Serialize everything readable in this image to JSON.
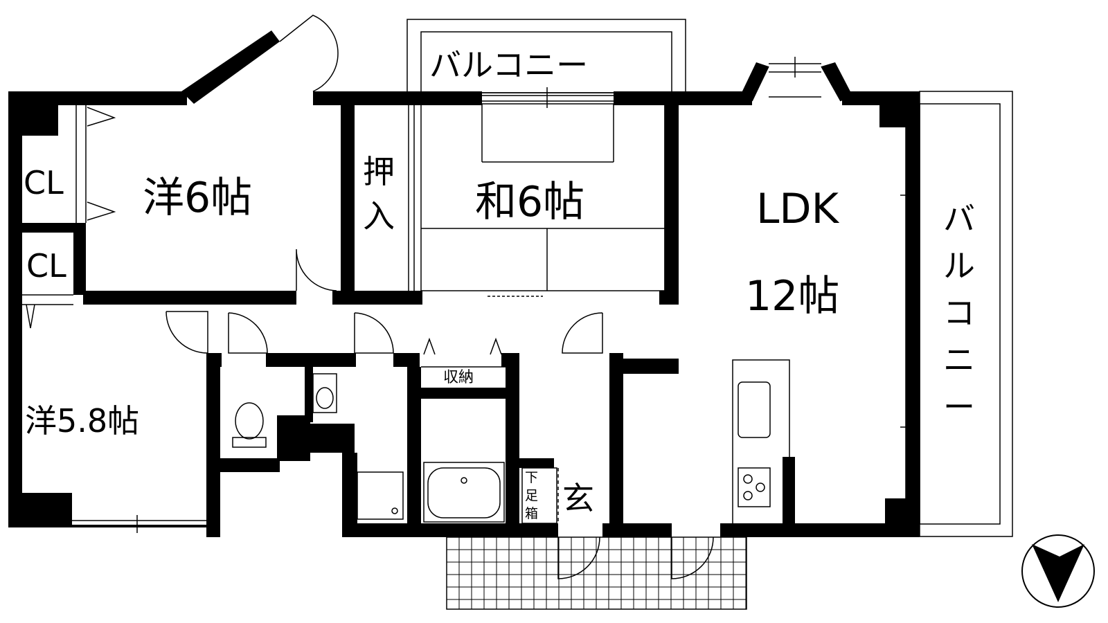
{
  "rooms": {
    "western_6": "洋6帖",
    "japanese_6": "和6帖",
    "ldk_name": "LDK",
    "ldk_size": "12帖",
    "western_58": "洋5.8帖",
    "closet_upper": "CL",
    "closet_lower": "CL",
    "oshiire_1": "押",
    "oshiire_2": "入",
    "storage": "収納",
    "entrance": "玄",
    "shoe_box_1": "下",
    "shoe_box_2": "足",
    "shoe_box_3": "箱"
  },
  "balconies": {
    "top": "バルコニー",
    "right": [
      "バ",
      "ル",
      "コ",
      "ニ",
      "ー"
    ]
  },
  "compass": {
    "icon": "north-arrow-icon"
  }
}
